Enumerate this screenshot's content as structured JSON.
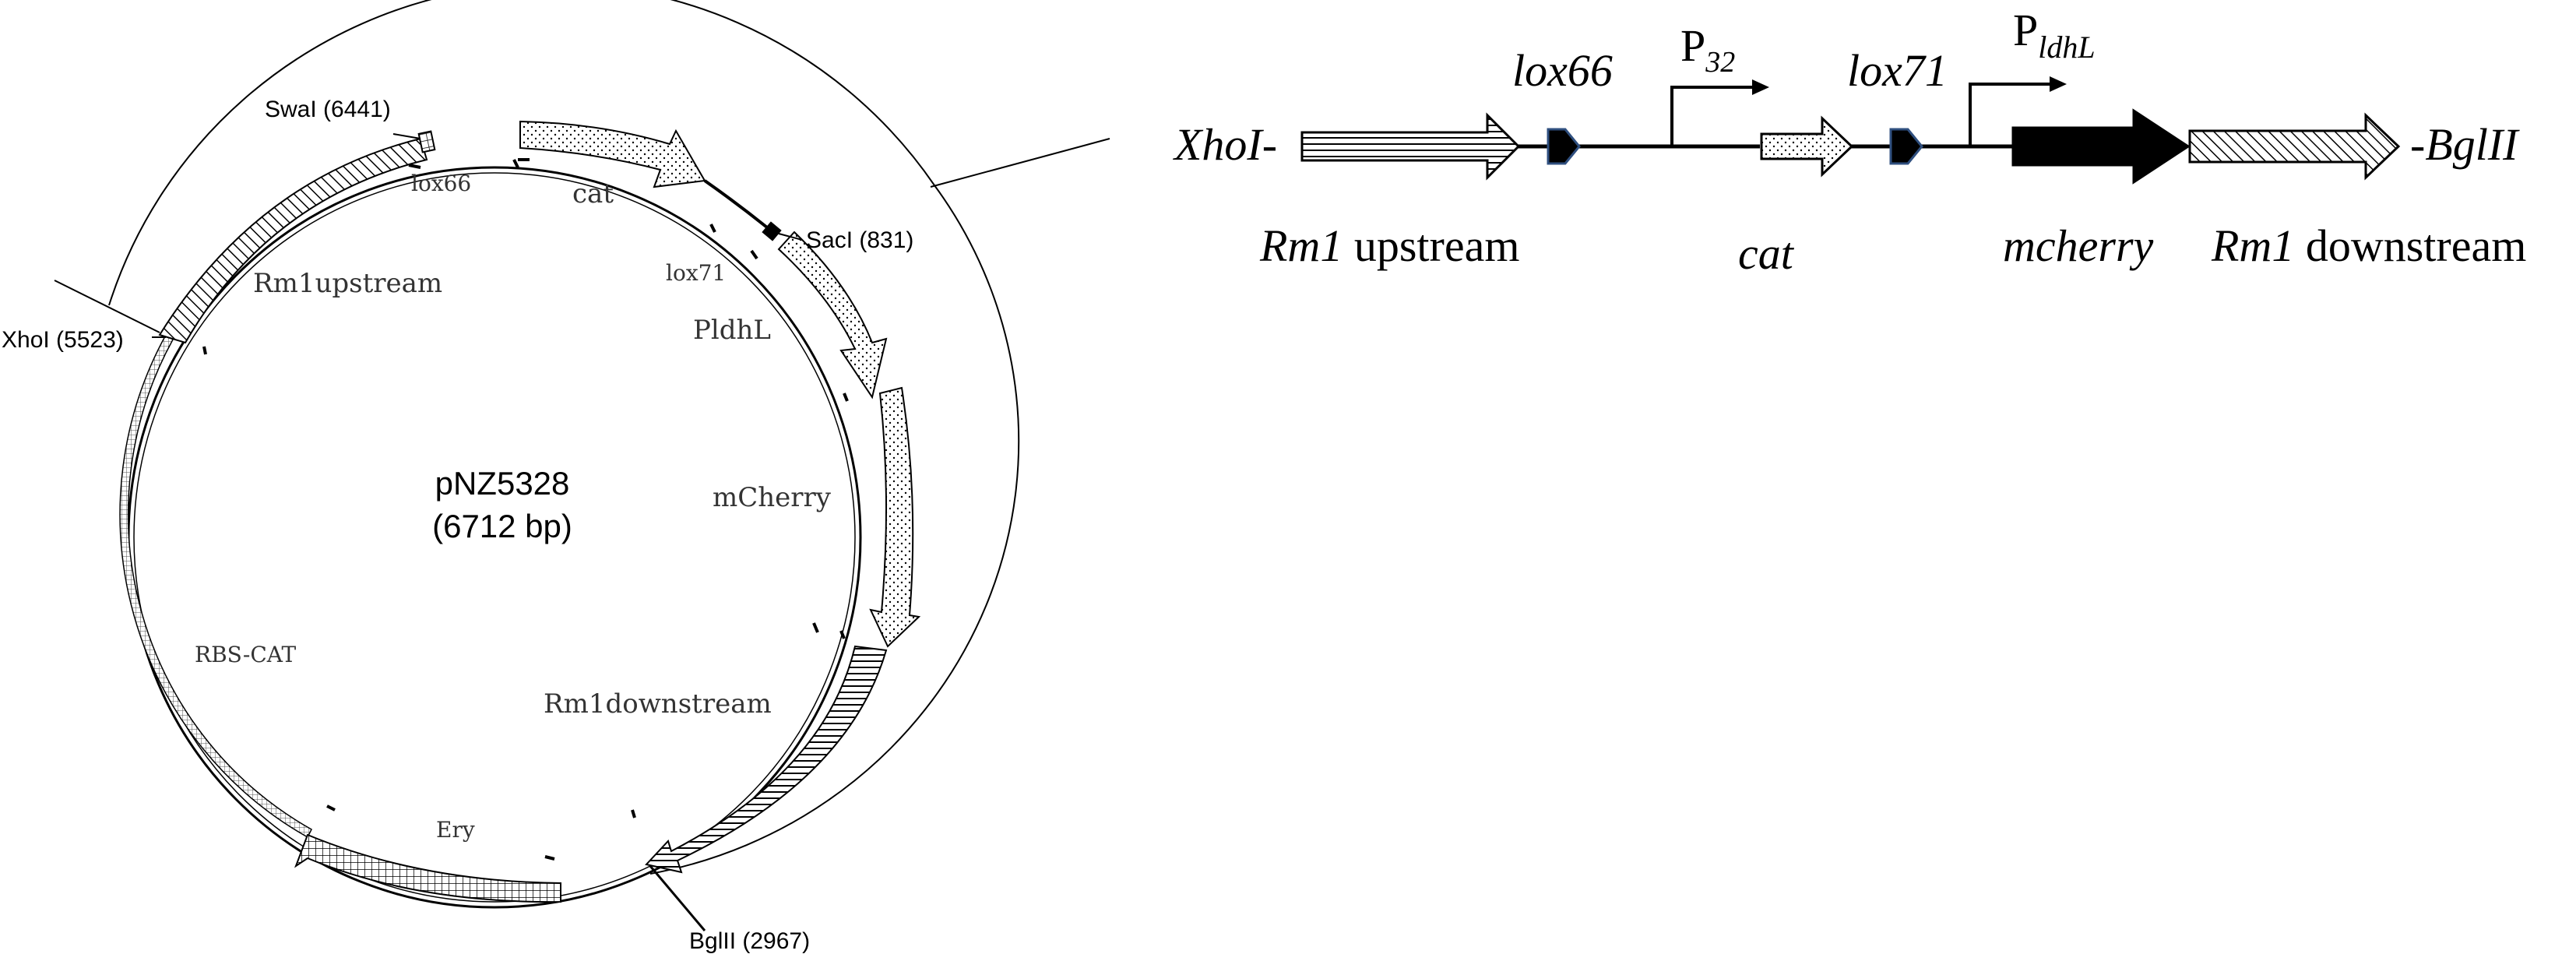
{
  "plasmid": {
    "name": "pNZ5328",
    "size": "(6712 bp)",
    "sites": {
      "swai": "SwaI (6441)",
      "saci": "SacI (831)",
      "xhoi": "XhoI (5523)",
      "bglii": "BglII (2967)"
    },
    "features": {
      "lox66": "lox66",
      "cat": "cat",
      "lox71": "lox71",
      "pldhl": "PldhL",
      "rm1upstream": "Rm1upstream",
      "mcherry": "mCherry",
      "rbs_cat": "RBS-CAT",
      "rm1downstream": "Rm1downstream",
      "ery": "Ery"
    }
  },
  "construct": {
    "xhoi": "XhoI-",
    "bglii": "-BglII",
    "lox66": "lox66",
    "lox71": "lox71",
    "p32_main": "P",
    "p32_sub": "32",
    "pldhl_main": "P",
    "pldhl_sub": "ldhL",
    "rm1_up_italic": "Rm1",
    "rm1_up_rest": " upstream",
    "cat": "cat",
    "mcherry": "mcherry",
    "rm1_down_italic": "Rm1",
    "rm1_down_rest": " downstream"
  }
}
